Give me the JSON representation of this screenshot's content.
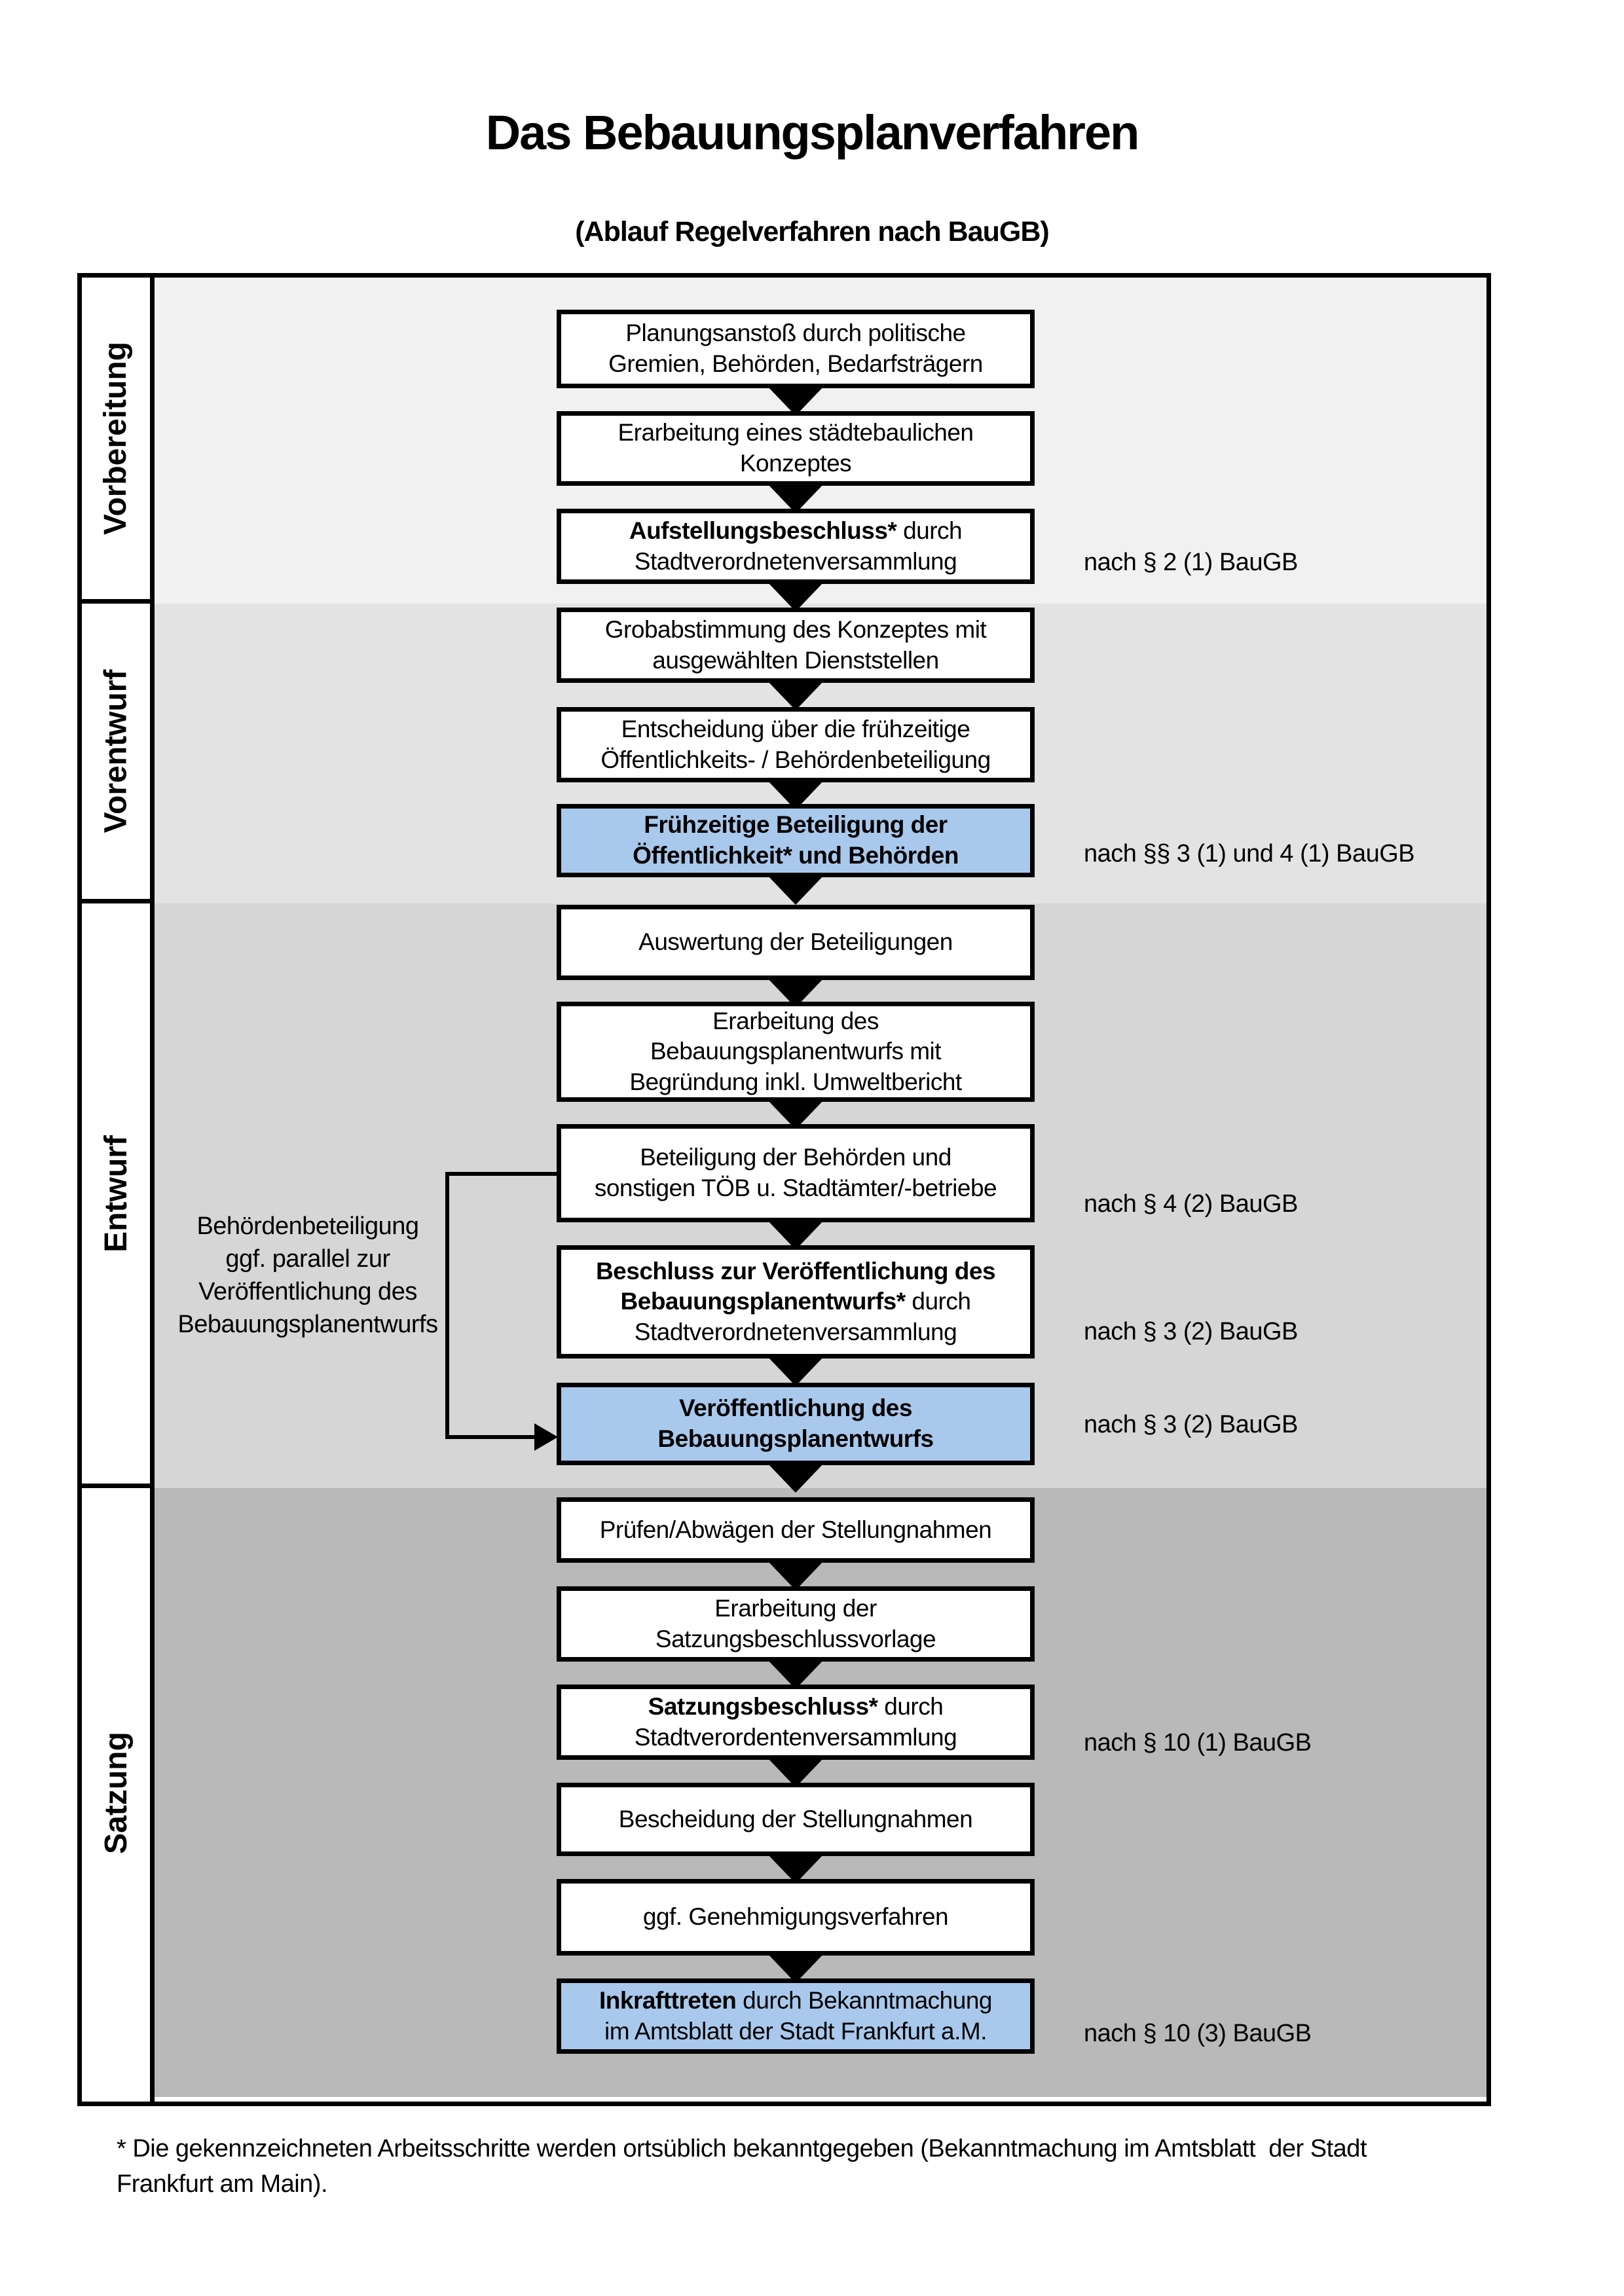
{
  "title": "Das Bebauungsplanverfahren",
  "subtitle": "(Ablauf Regelverfahren nach BauGB)",
  "sections": [
    {
      "label": "Vorbereitung",
      "band_color": "#f1f1f1"
    },
    {
      "label": "Vorentwurf",
      "band_color": "#e3e3e3"
    },
    {
      "label": "Entwurf",
      "band_color": "#d6d6d6"
    },
    {
      "label": "Satzung",
      "band_color": "#b9b9b9"
    }
  ],
  "steps": [
    {
      "bold": "",
      "text": "Planungsanstoß durch politische\nGremien, Behörden, Bedarfsträgern",
      "highlight": false
    },
    {
      "bold": "",
      "text": "Erarbeitung eines städtebaulichen\nKonzeptes",
      "highlight": false
    },
    {
      "bold": "Aufstellungsbeschluss*",
      "text": " durch\nStadtverordnetenversammlung",
      "highlight": false
    },
    {
      "bold": "",
      "text": "Grobabstimmung des Konzeptes mit\nausgewählten Dienststellen",
      "highlight": false
    },
    {
      "bold": "",
      "text": "Entscheidung über die frühzeitige\nÖffentlichkeits- / Behördenbeteiligung",
      "highlight": false
    },
    {
      "bold": "Frühzeitige Beteiligung der\nÖffentlichkeit* und Behörden",
      "text": "",
      "highlight": true
    },
    {
      "bold": "",
      "text": "Auswertung der Beteiligungen",
      "highlight": false
    },
    {
      "bold": "",
      "text": "Erarbeitung des\nBebauungsplanentwurfs mit\nBegründung inkl. Umweltbericht",
      "highlight": false
    },
    {
      "bold": "",
      "text": "Beteiligung der Behörden und\nsonstigen TÖB u. Stadtämter/-betriebe",
      "highlight": false
    },
    {
      "bold": "Beschluss zur Veröffentlichung des\nBebauungsplanentwurfs*",
      "text": " durch\nStadtverordnetenversammlung",
      "highlight": false
    },
    {
      "bold": "Veröffentlichung des\nBebauungsplanentwurfs",
      "text": "",
      "highlight": true
    },
    {
      "bold": "",
      "text": "Prüfen/Abwägen der Stellungnahmen",
      "highlight": false
    },
    {
      "bold": "",
      "text": "Erarbeitung der\nSatzungsbeschlussvorlage",
      "highlight": false
    },
    {
      "bold": "Satzungsbeschluss*",
      "text": " durch\nStadtverordentenversammlung",
      "highlight": false
    },
    {
      "bold": "",
      "text": "Bescheidung der Stellungnahmen",
      "highlight": false
    },
    {
      "bold": "",
      "text": "ggf. Genehmigungsverfahren",
      "highlight": false
    },
    {
      "bold": "Inkrafttreten",
      "text": " durch Bekanntmachung\nim Amtsblatt der Stadt Frankfurt a.M.",
      "highlight": true
    }
  ],
  "references": [
    {
      "text": "nach § 2 (1) BauGB"
    },
    {
      "text": "nach §§ 3 (1) und 4 (1) BauGB"
    },
    {
      "text": "nach § 4 (2) BauGB"
    },
    {
      "text": "nach § 3 (2) BauGB"
    },
    {
      "text": "nach § 3 (2) BauGB"
    },
    {
      "text": "nach § 10 (1) BauGB"
    },
    {
      "text": "nach § 10 (3) BauGB"
    }
  ],
  "side_note": "Behördenbeteiligung\nggf. parallel zur\nVeröffentlichung des\nBebauungsplanentwurfs",
  "footnote": "* Die gekennzeichneten Arbeitsschritte werden ortsüblich bekanntgegeben (Bekanntmachung im Amtsblatt  der Stadt\nFrankfurt am Main).",
  "colors": {
    "highlight_fill": "#a9c9ec",
    "border": "#000000",
    "text": "#000000"
  }
}
